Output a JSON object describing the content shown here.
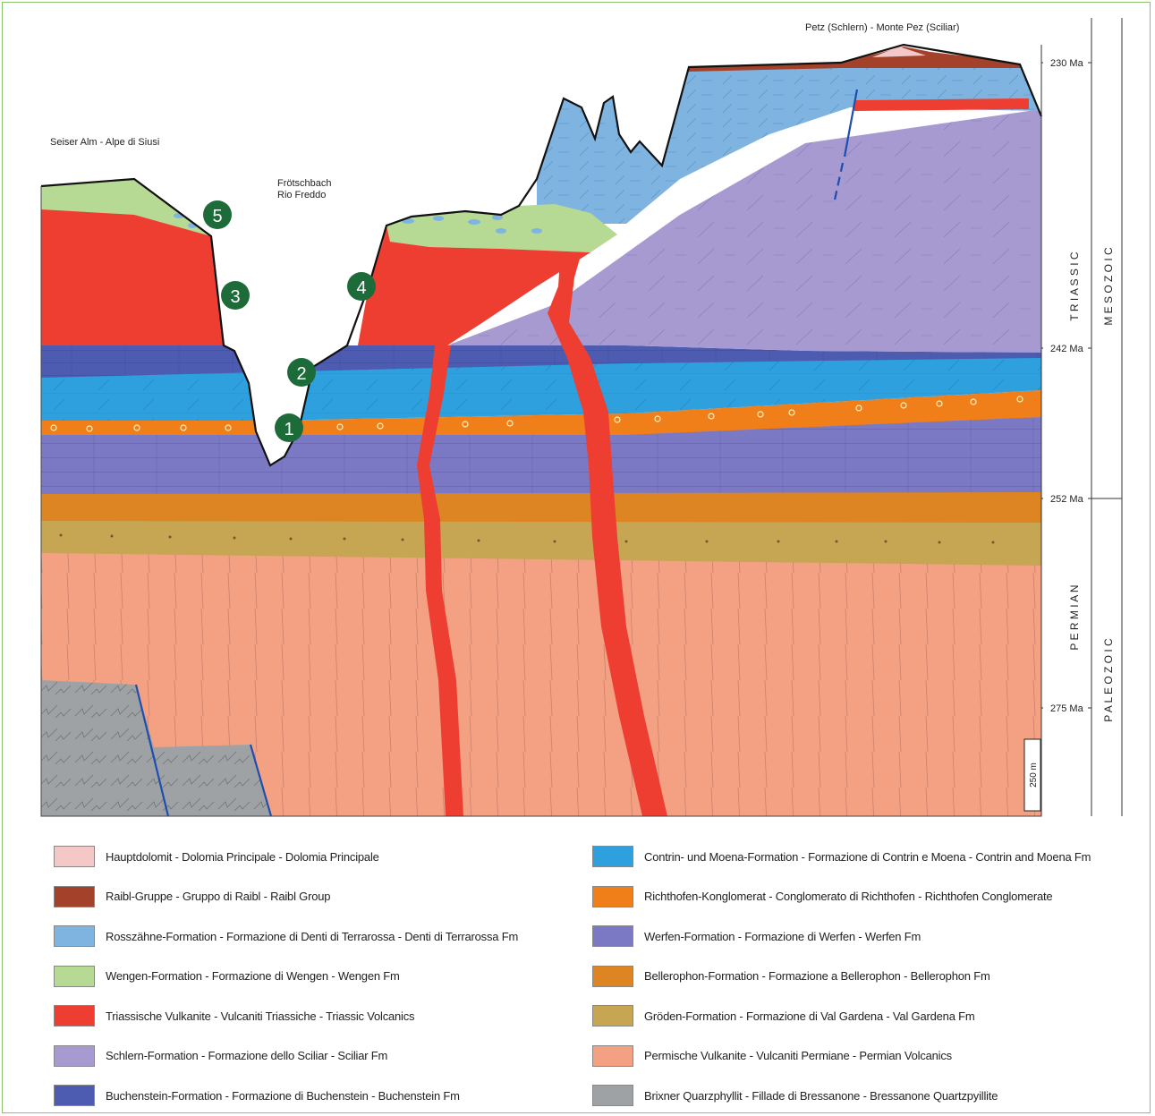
{
  "places": {
    "left": "Seiser Alm - Alpe di Siusi",
    "middle_line1": "Frötschbach",
    "middle_line2": "Rio Freddo",
    "top": "Petz (Schlern) - Monte Pez (Sciliar)"
  },
  "ages": [
    "230 Ma",
    "242 Ma",
    "252 Ma",
    "275 Ma"
  ],
  "eras": {
    "mesozoic": "M E S O Z O I C",
    "paleozoic": "P A L E O Z O I C",
    "triassic": "T R I A S S I C",
    "permian": "P E R M I A N"
  },
  "scale": "250 m",
  "markers": [
    "1",
    "2",
    "3",
    "4",
    "5"
  ],
  "colors": {
    "hauptdolomit": "#f5c8c8",
    "raibl": "#a3412a",
    "rosszahne": "#7fb4e0",
    "wengen": "#b6d994",
    "volcanic_triassic": "#ee3e31",
    "schlern": "#a79ad0",
    "buchenstein": "#4d5bb0",
    "contrin": "#2ea0de",
    "richthofen": "#f07f1a",
    "werfen": "#7b78c4",
    "bellerophon": "#dc8522",
    "groden": "#c6a653",
    "volcanic_permian": "#f4a183",
    "quarzphyllit": "#9ea2a4",
    "marker": "#1e6b3a"
  },
  "legend": {
    "left": [
      {
        "key": "hauptdolomit",
        "label": "Hauptdolomit - Dolomia Principale - Dolomia Principale"
      },
      {
        "key": "raibl",
        "label": "Raibl-Gruppe - Gruppo di Raibl - Raibl Group"
      },
      {
        "key": "rosszahne",
        "label": "Rosszähne-Formation - Formazione di Denti di Terrarossa - Denti di Terrarossa  Fm"
      },
      {
        "key": "wengen",
        "label": "Wengen-Formation - Formazione di Wengen - Wengen Fm"
      },
      {
        "key": "volcanic_triassic",
        "label": "Triassische Vulkanite - Vulcaniti Triassiche - Triassic Volcanics"
      },
      {
        "key": "schlern",
        "label": "Schlern-Formation - Formazione dello Sciliar - Sciliar Fm"
      },
      {
        "key": "buchenstein",
        "label": "Buchenstein-Formation - Formazione di Buchenstein - Buchenstein Fm"
      }
    ],
    "right": [
      {
        "key": "contrin",
        "label": "Contrin- und Moena-Formation - Formazione di Contrin e Moena - Contrin and Moena Fm"
      },
      {
        "key": "richthofen",
        "label": "Richthofen-Konglomerat - Conglomerato di Richthofen - Richthofen Conglomerate"
      },
      {
        "key": "werfen",
        "label": "Werfen-Formation - Formazione di Werfen - Werfen Fm"
      },
      {
        "key": "bellerophon",
        "label": "Bellerophon-Formation - Formazione a Bellerophon - Bellerophon Fm"
      },
      {
        "key": "groden",
        "label": "Gröden-Formation - Formazione di Val Gardena - Val Gardena Fm"
      },
      {
        "key": "volcanic_permian",
        "label": "Permische Vulkanite - Vulcaniti Permiane - Permian Volcanics"
      },
      {
        "key": "quarzphyllit",
        "label": "Brixner Quarzphyllit - Fillade di Bressanone - Bressanone Quartzpyillite"
      }
    ]
  }
}
